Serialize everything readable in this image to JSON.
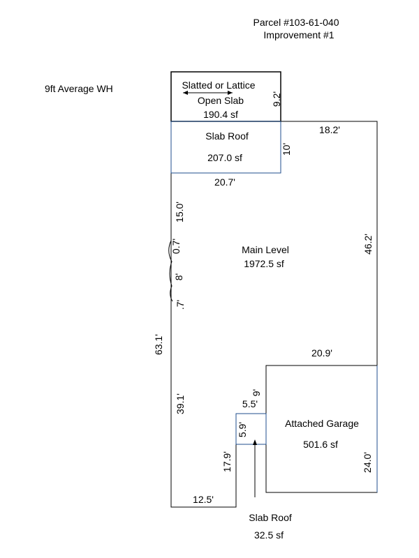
{
  "header": {
    "parcel": "Parcel #103-61-040",
    "improvement": "Improvement #1"
  },
  "note": {
    "wall_height": "9ft Average WH"
  },
  "areas": {
    "lattice": {
      "line1": "Slatted or Lattice",
      "line2": "Open Slab",
      "area": "190.4 sf"
    },
    "slab_roof_top": {
      "name": "Slab Roof",
      "area": "207.0 sf"
    },
    "main_level": {
      "name": "Main Level",
      "area": "1972.5 sf"
    },
    "garage": {
      "name": "Attached Garage",
      "area": "501.6 sf"
    },
    "slab_roof_bottom": {
      "name": "Slab Roof",
      "area": "32.5 sf"
    }
  },
  "dimensions": {
    "lattice_depth": "9.2'",
    "slab_depth": "10'",
    "slab_width": "20.7'",
    "top_right_width": "18.2'",
    "right_side": "46.2'",
    "left_upper": "15.0'",
    "left_offset_1": "0.7'",
    "left_mid": "8'",
    "left_offset_2": ".7'",
    "left_total": "63.1'",
    "left_lower": "39.1'",
    "garage_width": "20.9'",
    "garage_depth": "24.0'",
    "porch_offset": "9'",
    "porch_width": "5.5'",
    "porch_depth": "5.9'",
    "lower_wall": "17.9'",
    "bottom_width": "12.5'"
  },
  "colors": {
    "outline": "#000000",
    "sub_area": "#1f4e8c"
  }
}
